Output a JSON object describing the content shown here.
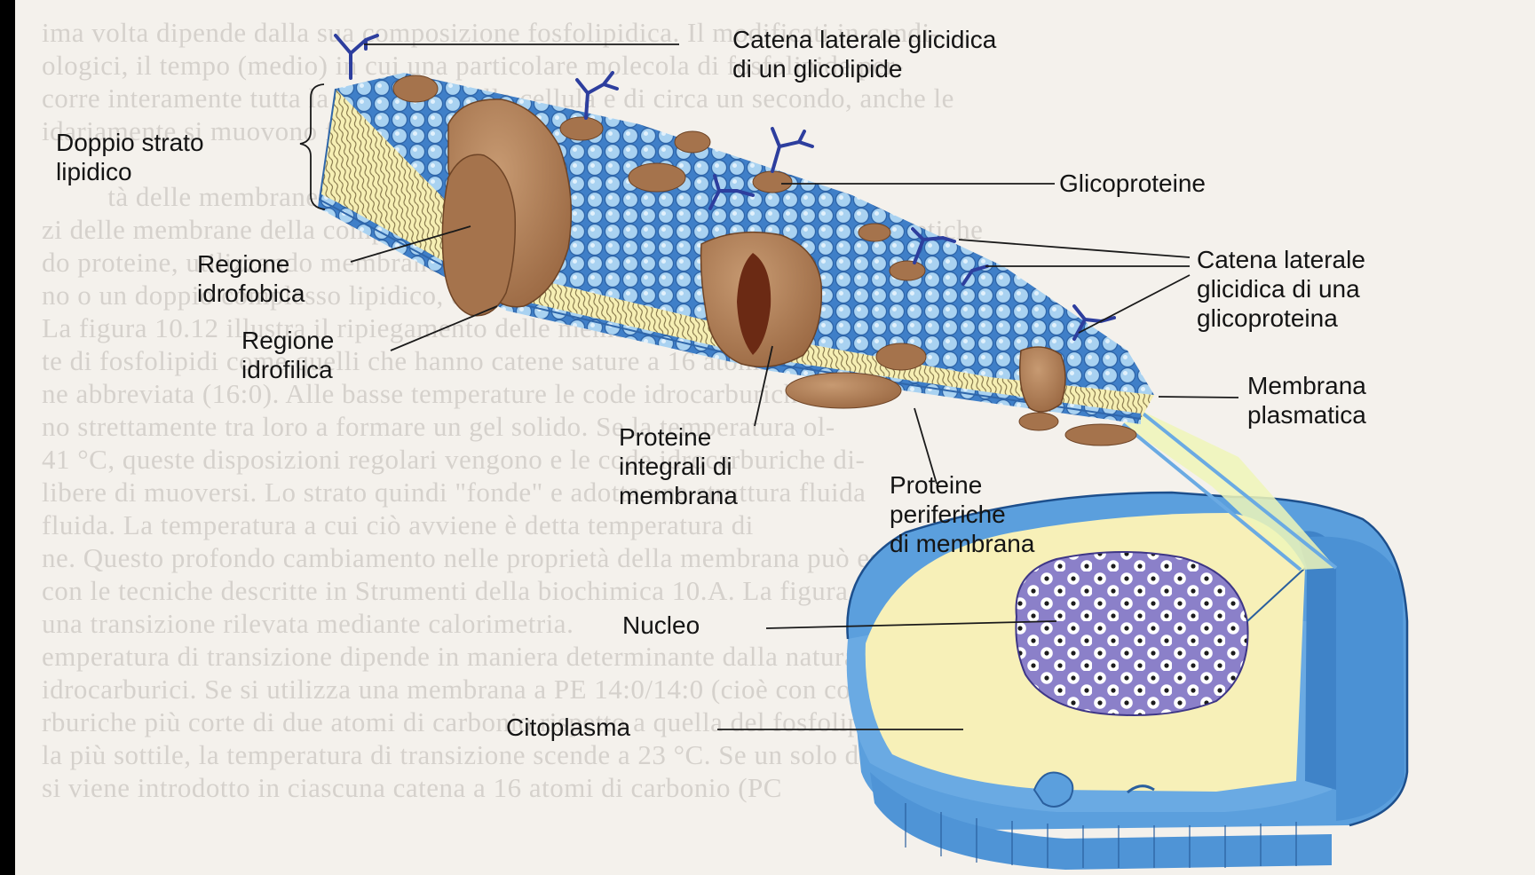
{
  "labels": {
    "glicolipide_chain": "Catena laterale glicidica\ndi un glicolipide",
    "doppio_strato": "Doppio strato\nlipidico",
    "glicoproteine": "Glicoproteine",
    "glicoproteina_chain": "Catena laterale\nglicidica di una\nglicoproteina",
    "regione_idrofobica": "Regione\nidrofobica",
    "regione_idrofilica": "Regione\nidrofilica",
    "membrana_plasmatica": "Membrana\nplasmatica",
    "proteine_integrali": "Proteine\nintegrali di\nmembrana",
    "proteine_periferiche": "Proteine\nperiferiche\ndi membrana",
    "nucleo": "Nucleo",
    "citoplasma": "Citoplasma"
  },
  "background_text": "ima volta dipende dalla sua composizione fosfolipidica. Il modificati in condi-\nologici, il tempo (medio) in cui una particolare molecola di fosfolipide per-\ncorre interamente tutta la superficie della cellula e di circa un secondo, anche le\nidariamente si muovono fra molecole\n\n         tà delle membrane sintetiche\nzi delle membrane della composizione ottenuta sintetizzando membrane sintetiche\ndo proteine, utilizzando membrane lipidiche di composizione contenen-\nno o un doppio complesso lipidico, e componenti della loro bio-\nLa figura 10.12 illustra il ripiegamento delle membrane a cate-\nte di fosfolipidi come quelli che hanno catene sature a 16 atomi di carbonio\nne abbreviata (16:0). Alle basse temperature le code idrocarburiche si\nno strettamente tra loro a formare un gel solido. Se la temperatura ol-\n41 °C, queste disposizioni regolari vengono e le code idrocarburiche di-\nlibere di muoversi. Lo strato quindi \"fonde\" e adotta una struttura fluida\nfluida. La temperatura a cui ciò avviene è detta temperatura di\nne. Questo profondo cambiamento nelle proprietà della membrana può essere\ncon le tecniche descritte in Strumenti della biochimica 10.A. La figura 10.12\nuna transizione rilevata mediante calorimetria.\nemperatura di transizione dipende in maniera determinante dalla natura dei\nidrocarburici. Se si utilizza una membrana a PE 14:0/14:0 (cioè con code\nrburiche più corte di due atomi di carbonio rispetto a quella del fosfolipide\nla più sottile, la temperatura di transizione scende a 23 °C. Se un solo doppio\nsi viene introdotto in ciascuna catena a 16 atomi di carbonio (PC"
}
